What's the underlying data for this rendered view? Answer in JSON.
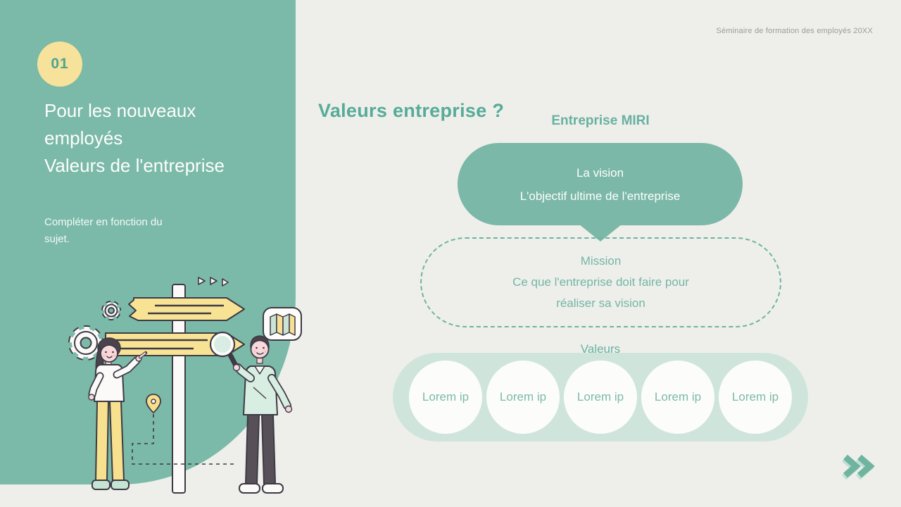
{
  "slide": {
    "header_note": "Séminaire de formation des employés 20XX",
    "section_number": "01",
    "title_lines": [
      "Pour les nouveaux",
      "employés",
      "Valeurs de l'entreprise"
    ],
    "subtitle_lines": [
      "Compléter en fonction du",
      "sujet."
    ],
    "heading": "Valeurs entreprise ?",
    "company": "Entreprise MIRI"
  },
  "vision": {
    "title": "La vision",
    "description": "L'objectif ultime de l'entreprise"
  },
  "mission": {
    "title": "Mission",
    "description_lines": [
      "Ce que l'entreprise doit faire pour",
      "réaliser sa vision"
    ]
  },
  "values": {
    "label": "Valeurs",
    "items": [
      "Lorem ip",
      "Lorem ip",
      "Lorem ip",
      "Lorem ip",
      "Lorem ip"
    ]
  },
  "icons": {
    "next": "double-chevron-right",
    "illustration": "two-people-at-signpost-with-magnifier-map-gears"
  },
  "colors": {
    "sidebar_teal": "#7BB9A8",
    "bubble_teal": "#7BB8A7",
    "heading_teal": "#57AB98",
    "badge_yellow": "#F6E29B",
    "pill_light_teal": "#CFE5DC",
    "background": "#EEEFEB",
    "sign_yellow": "#F8E395",
    "outline_dark": "#3E3A44",
    "white": "#FDFEFD"
  }
}
